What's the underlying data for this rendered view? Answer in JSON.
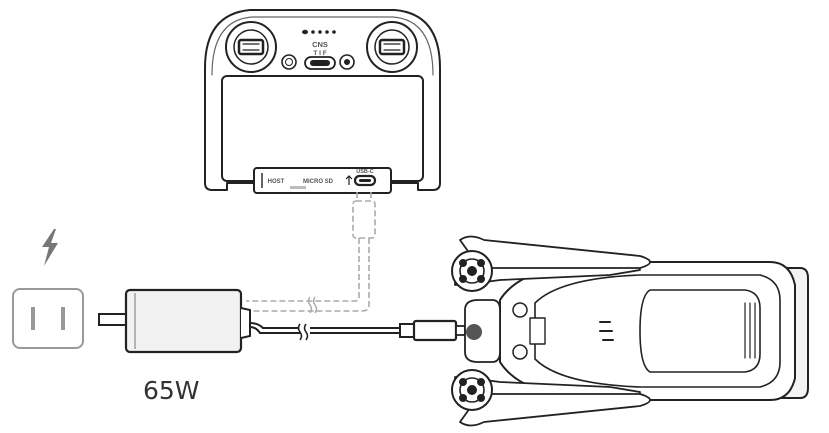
{
  "controller": {
    "mode_label": "CNS",
    "mode_sub_label": "T I F",
    "port_labels": {
      "host": "HOST",
      "microsd": "MICRO SD",
      "usbc": "USB-C"
    }
  },
  "charger": {
    "wattage": "65W"
  },
  "icons": {
    "outlet": "wall-outlet-icon",
    "power": "lightning-bolt-icon"
  }
}
